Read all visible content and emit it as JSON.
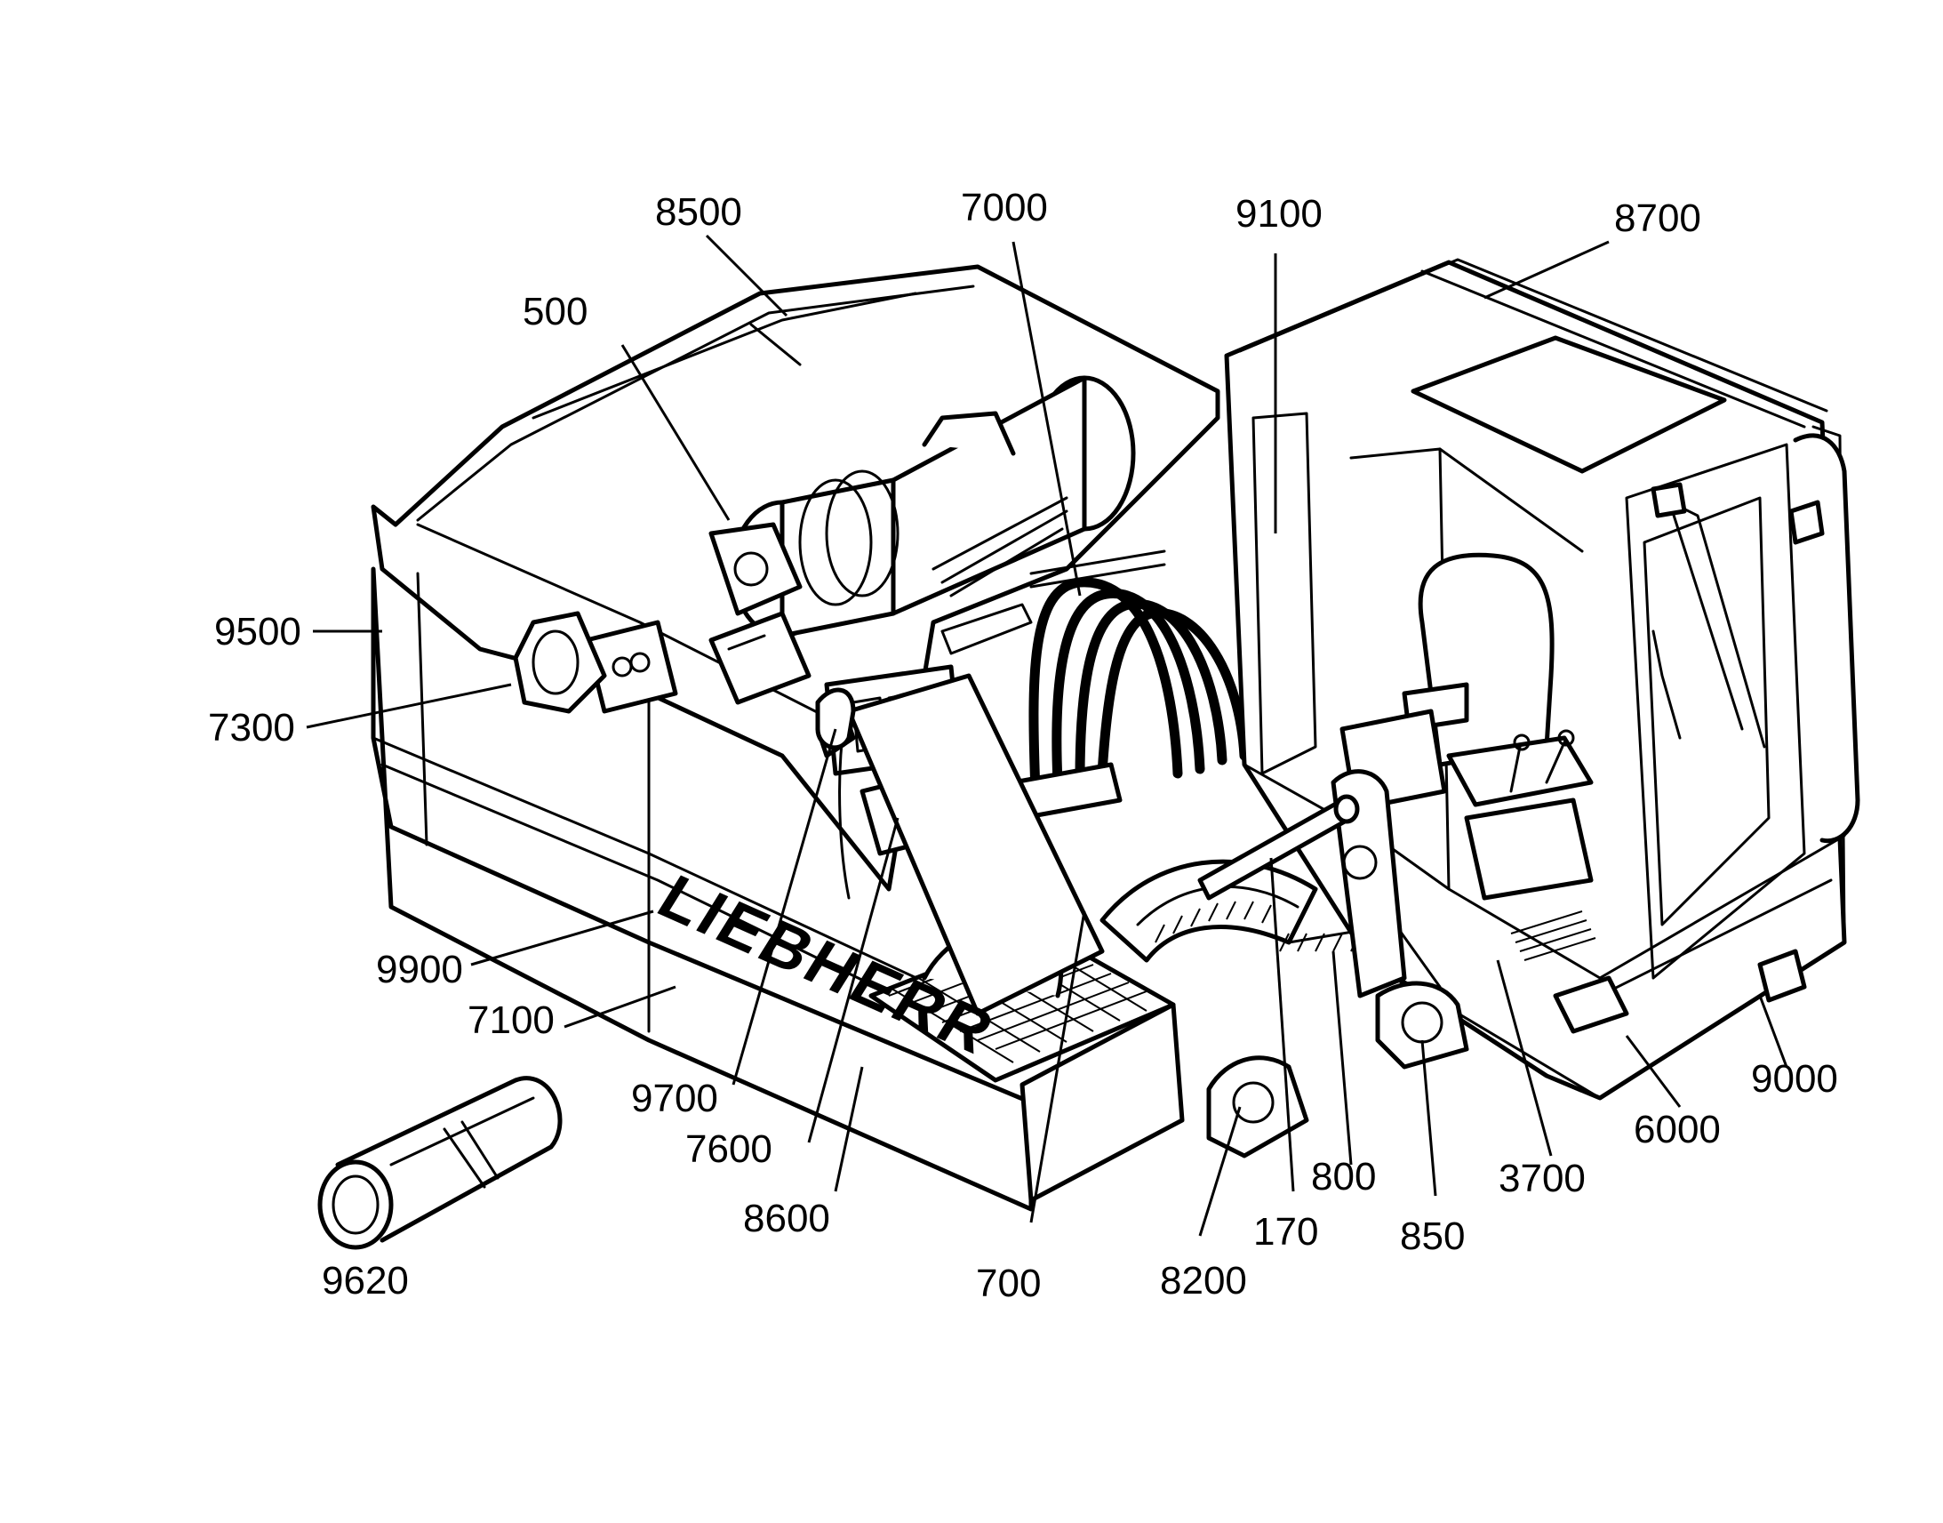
{
  "diagram": {
    "brand_text": "LIEBHERR",
    "callouts": [
      {
        "id": "8500",
        "label": "8500"
      },
      {
        "id": "7000",
        "label": "7000"
      },
      {
        "id": "9100",
        "label": "9100"
      },
      {
        "id": "8700",
        "label": "8700"
      },
      {
        "id": "500",
        "label": "500"
      },
      {
        "id": "9500",
        "label": "9500"
      },
      {
        "id": "7300",
        "label": "7300"
      },
      {
        "id": "9900",
        "label": "9900"
      },
      {
        "id": "7100",
        "label": "7100"
      },
      {
        "id": "9700",
        "label": "9700"
      },
      {
        "id": "7600",
        "label": "7600"
      },
      {
        "id": "8600",
        "label": "8600"
      },
      {
        "id": "9620",
        "label": "9620"
      },
      {
        "id": "700",
        "label": "700"
      },
      {
        "id": "8200",
        "label": "8200"
      },
      {
        "id": "170",
        "label": "170"
      },
      {
        "id": "800",
        "label": "800"
      },
      {
        "id": "850",
        "label": "850"
      },
      {
        "id": "3700",
        "label": "3700"
      },
      {
        "id": "6000",
        "label": "6000"
      },
      {
        "id": "9000",
        "label": "9000"
      }
    ]
  }
}
